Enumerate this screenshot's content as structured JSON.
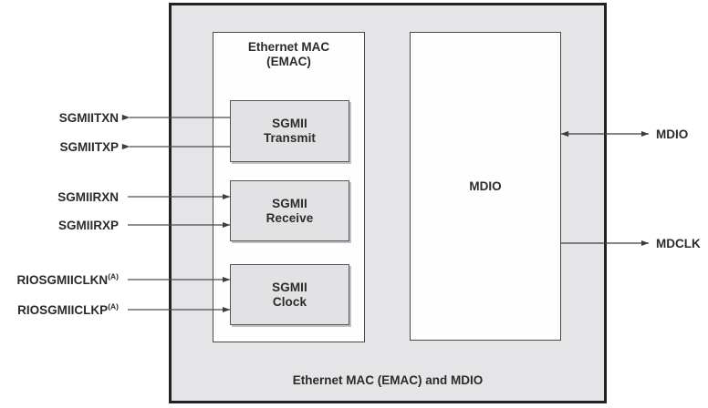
{
  "diagram": {
    "caption": "Ethernet MAC (EMAC) and MDIO",
    "emac_block": {
      "title_line1": "Ethernet MAC",
      "title_line2": "(EMAC)",
      "sub_blocks": [
        {
          "name": "sgmii-transmit",
          "line1": "SGMII",
          "line2": "Transmit"
        },
        {
          "name": "sgmii-receive",
          "line1": "SGMII",
          "line2": "Receive"
        },
        {
          "name": "sgmii-clock",
          "line1": "SGMII",
          "line2": "Clock"
        }
      ]
    },
    "mdio_block": {
      "title": "MDIO"
    },
    "signals_left": [
      {
        "label": "SGMIITXN",
        "footnote": "",
        "direction": "out"
      },
      {
        "label": "SGMIITXP",
        "footnote": "",
        "direction": "out"
      },
      {
        "label": "SGMIIRXN",
        "footnote": "",
        "direction": "in"
      },
      {
        "label": "SGMIIRXP",
        "footnote": "",
        "direction": "in"
      },
      {
        "label": "RIOSGMIICLKN",
        "footnote": "(A)",
        "direction": "in"
      },
      {
        "label": "RIOSGMIICLKP",
        "footnote": "(A)",
        "direction": "in"
      }
    ],
    "signals_right": [
      {
        "label": "MDIO",
        "direction": "bidirectional"
      },
      {
        "label": "MDCLK",
        "direction": "out"
      }
    ],
    "colors": {
      "outer_fill": "#e5e5e7",
      "outer_border": "#222226",
      "inner_fill": "#fefefe",
      "block_fill": "#e2e2e4",
      "line": "#3c3c40",
      "text": "#2b2b2b"
    }
  }
}
